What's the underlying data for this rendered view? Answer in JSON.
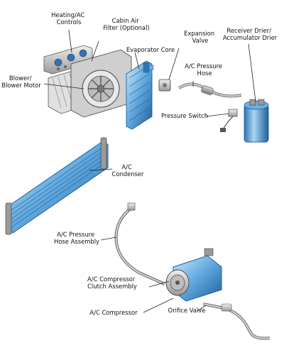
{
  "labels": {
    "heating_ac_controls": [
      "Heating/AC",
      "Controls"
    ],
    "cabin_air_filter": [
      "Cabin Air",
      "Filter (Optional)"
    ],
    "expansion_valve": [
      "Expansion",
      "Valve"
    ],
    "receiver_drier": [
      "Receiver Drier/",
      "Accumulator Drier"
    ],
    "evaporator_core": [
      "Evaporator Core"
    ],
    "ac_pressure_hose": [
      "A/C Pressure",
      "Hose"
    ],
    "blower_motor": [
      "Blower/",
      "Blower Motor"
    ],
    "pressure_switch": [
      "Pressure Switch"
    ],
    "ac_condenser": [
      "A/C",
      "Condenser"
    ],
    "ac_pressure_hose_assembly": [
      "A/C Pressure",
      "Hose Assembly"
    ],
    "ac_compressor_clutch_assembly": [
      "A/C Compressor",
      "Clutch Assembly"
    ],
    "ac_compressor": [
      "A/C Compressor"
    ],
    "orifice_valve": [
      "Orifice Valve"
    ]
  },
  "colors": {
    "blue_light": "#a9d6f2",
    "blue_mid": "#4a98d4",
    "blue_dark": "#1f5f9a",
    "gray_light": "#d9d9d9",
    "gray_mid": "#9a9a9a",
    "gray_dark": "#555555"
  }
}
